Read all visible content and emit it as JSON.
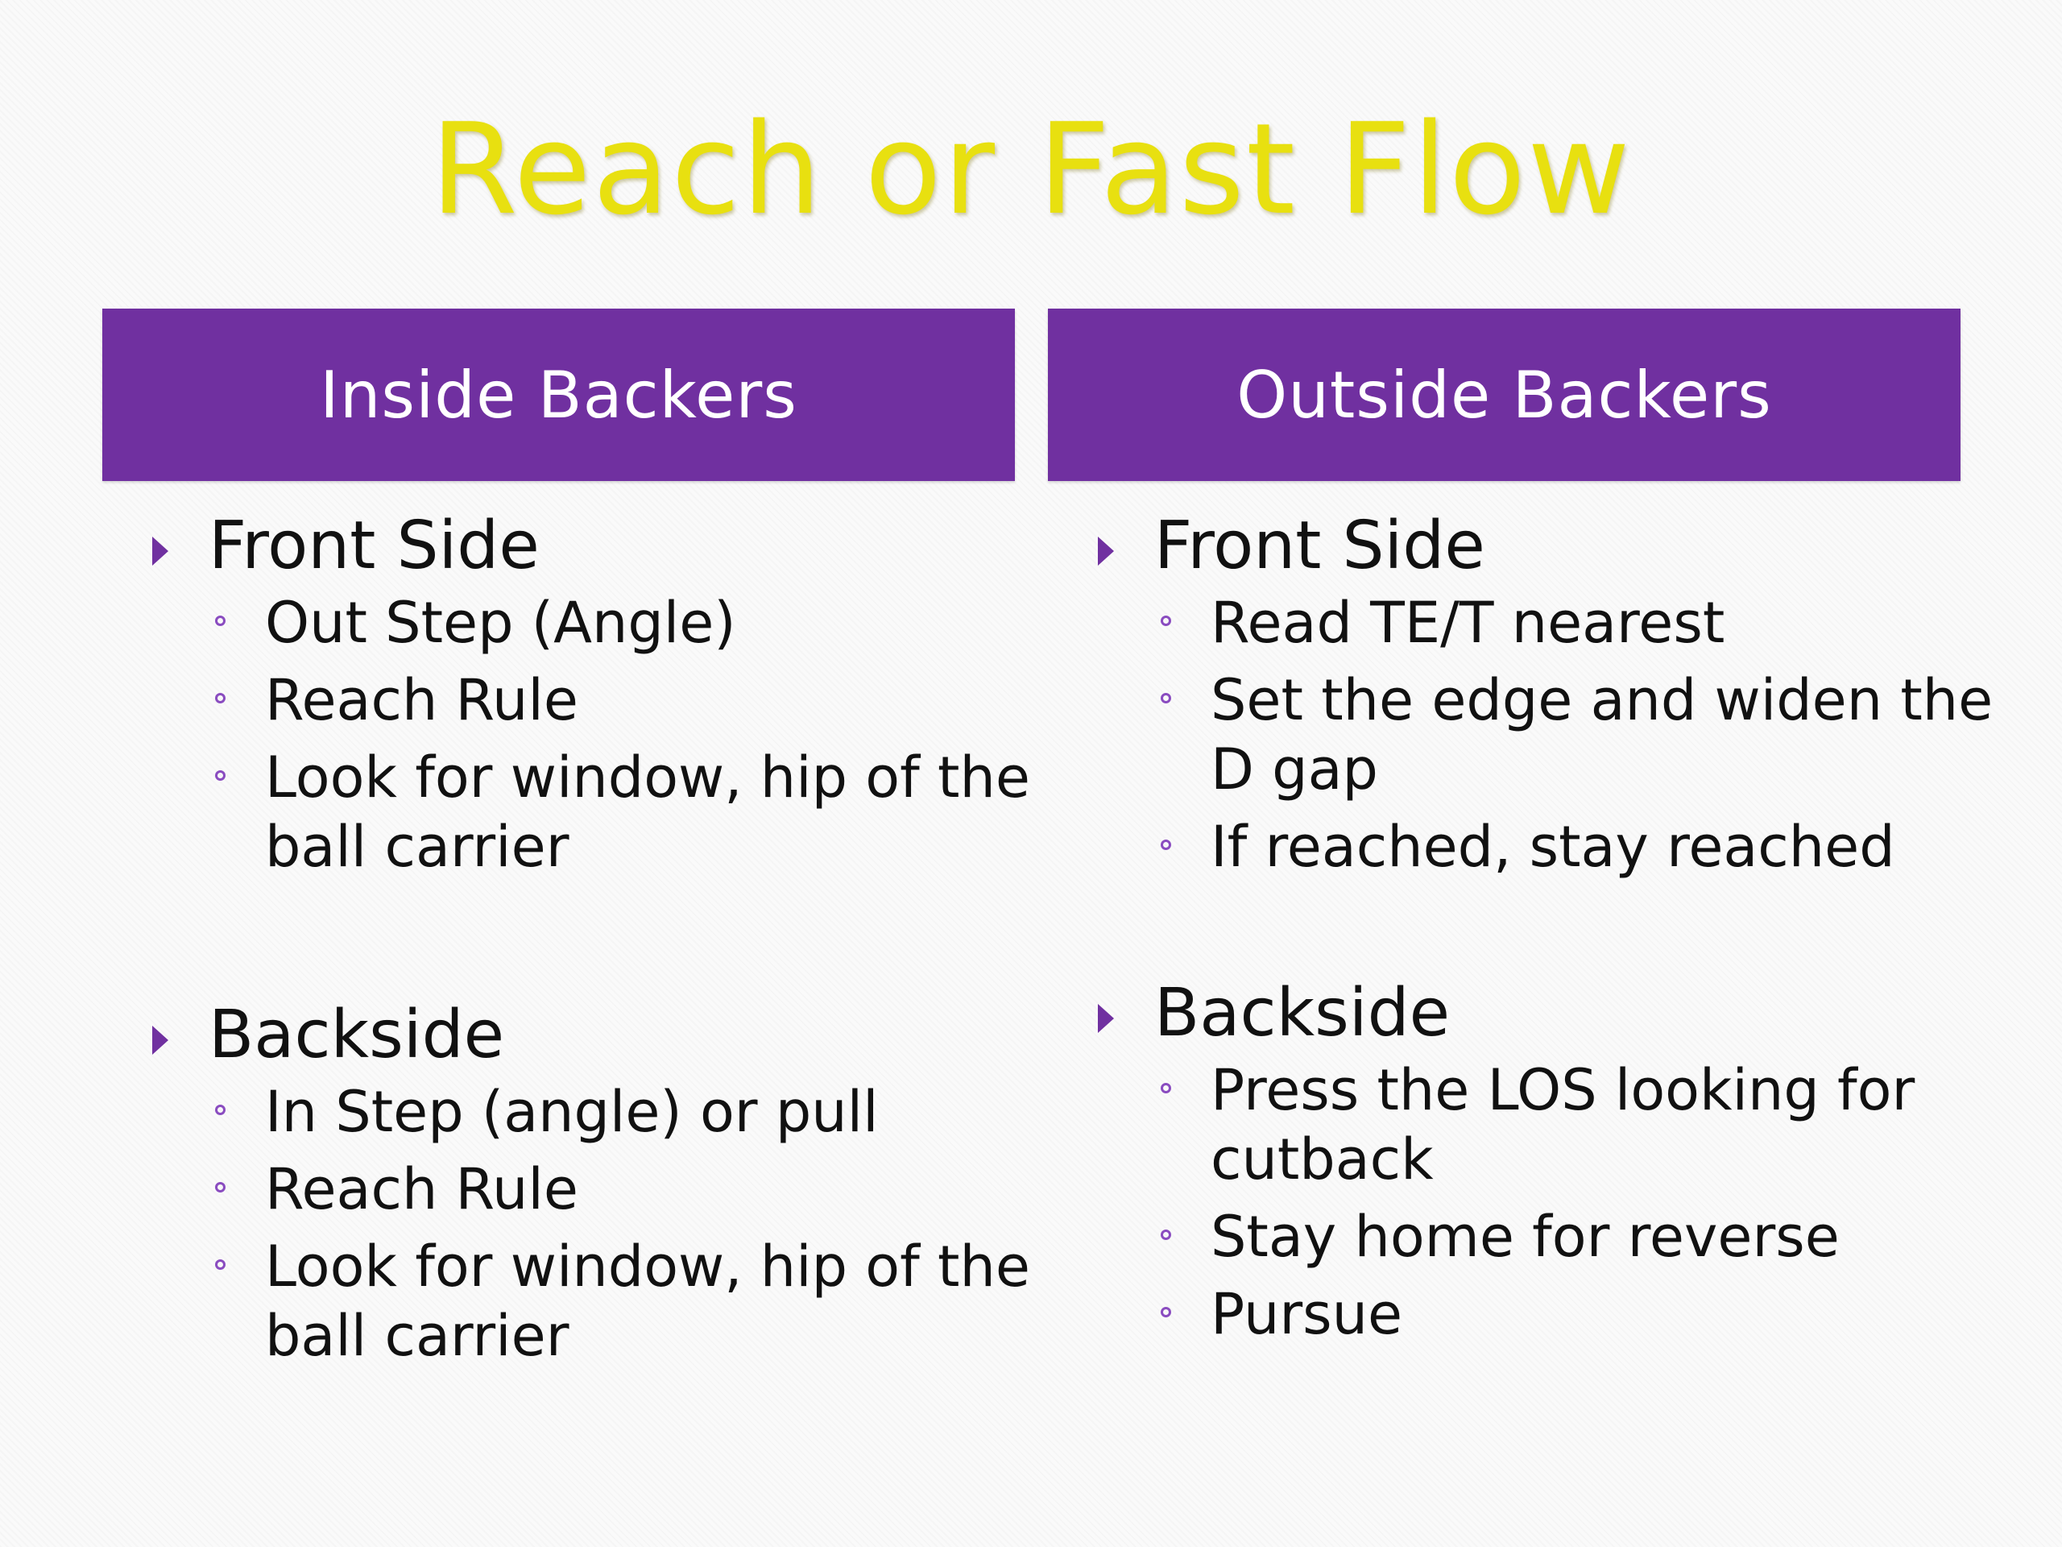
{
  "slide": {
    "title": "Reach or Fast Flow",
    "title_color": "#e8e010",
    "accent_color": "#7030a0"
  },
  "columns": [
    {
      "header": "Inside Backers",
      "sections": [
        {
          "title": "Front Side",
          "items": [
            "Out Step (Angle)",
            "Reach Rule",
            "Look for window, hip of the ball carrier"
          ]
        },
        {
          "title": "Backside",
          "items": [
            "In Step (angle) or pull",
            "Reach Rule",
            "Look for window, hip of the ball carrier"
          ]
        }
      ]
    },
    {
      "header": "Outside Backers",
      "sections": [
        {
          "title": "Front Side",
          "items": [
            "Read TE/T nearest",
            "Set the edge and widen the D gap",
            "If reached, stay reached"
          ]
        },
        {
          "title": "Backside",
          "items": [
            "Press the LOS looking for cutback",
            "Stay home for reverse",
            "Pursue"
          ]
        }
      ]
    }
  ]
}
